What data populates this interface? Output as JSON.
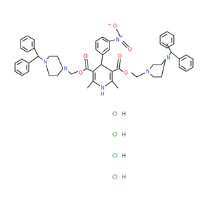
{
  "colors": {
    "bond": "#222222",
    "nitrogen": "#3050F8",
    "oxygen": "#FF0D0D",
    "chlorine": "#1FA01F",
    "carbon_label": "#222222"
  },
  "atoms": {
    "n_pip_left_top": "N",
    "n_pip_left_bottom": "N",
    "o_ester_left": "O",
    "o_carbonyl_left": "O",
    "nh_dihydropyridine": "N",
    "h_dihydropyridine": "H",
    "n_nitro": "N",
    "n_nitro_charge": "+",
    "o_nitro_left": "O",
    "o_nitro_left_charge": "−",
    "o_nitro_right": "O",
    "o_ester_right": "O",
    "o_carbonyl_right": "O",
    "n_pip_right_top": "N",
    "n_pip_right_bottom": "N"
  },
  "salts": [
    {
      "cl": "Cl",
      "h": "H"
    },
    {
      "cl": "Cl",
      "h": "H"
    },
    {
      "cl": "Cl",
      "h": "H"
    },
    {
      "cl": "Cl",
      "h": "H"
    }
  ]
}
